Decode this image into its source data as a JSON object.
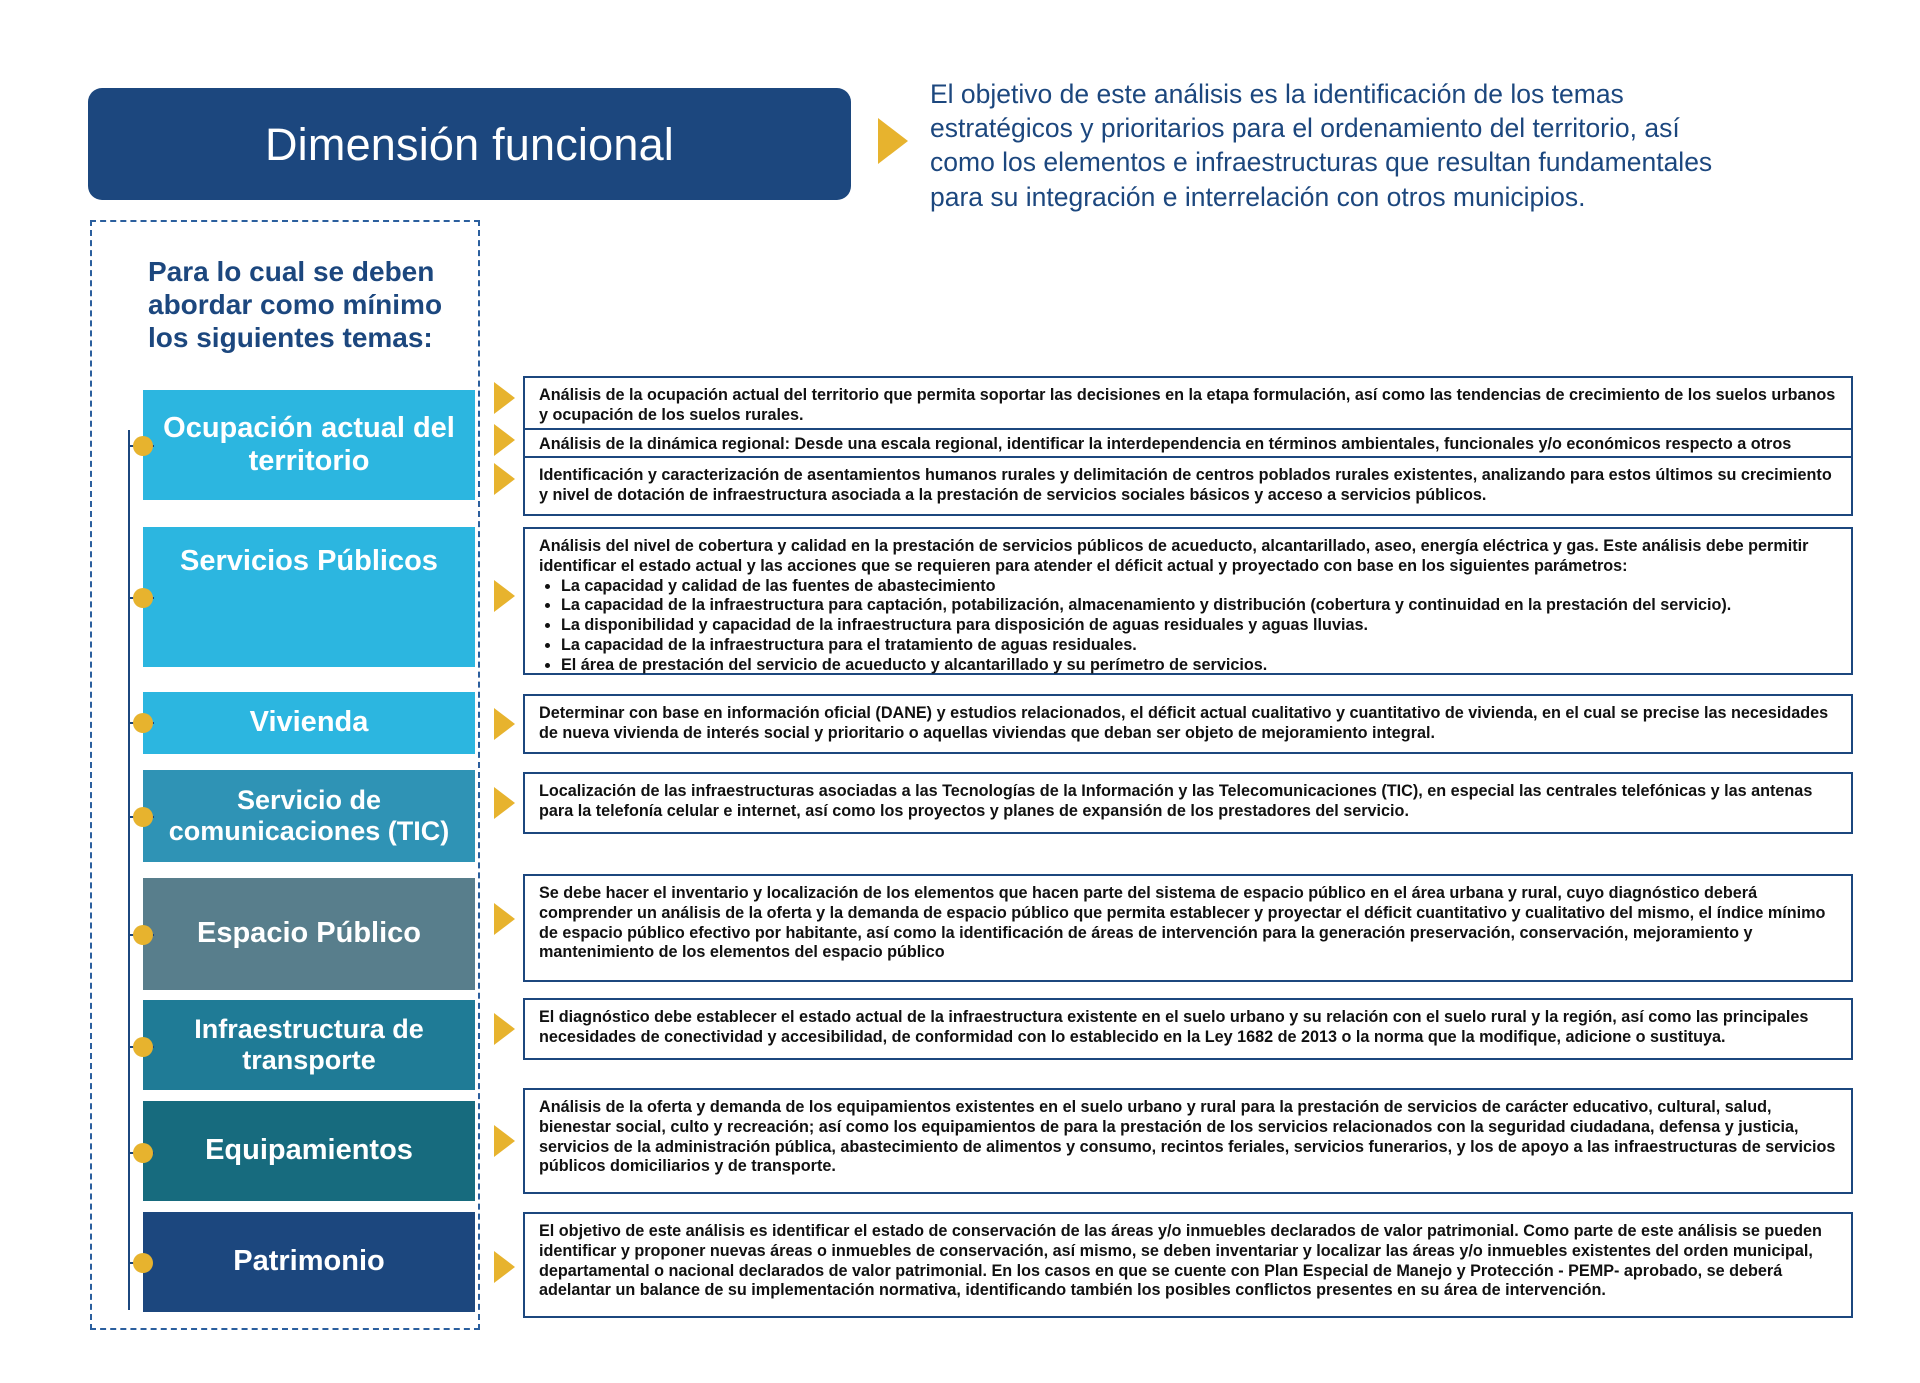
{
  "header": {
    "title": "Dimensión funcional",
    "intro": "El objetivo de este análisis es la identificación de los temas estratégicos y prioritarios para el ordenamiento del territorio, así como los elementos e infraestructuras que resultan fundamentales para su integración e interrelación con otros municipios."
  },
  "sidebar": {
    "lead": "Para lo cual se deben abordar como mínimo los siguientes temas:",
    "items": [
      {
        "label": "Ocupación actual del territorio",
        "color": "#2cb6e0"
      },
      {
        "label": "Servicios Públicos",
        "color": "#2cb6e0"
      },
      {
        "label": "Vivienda",
        "color": "#2cb6e0"
      },
      {
        "label": "Servicio de comunicaciones (TIC)",
        "color": "#2f93b5"
      },
      {
        "label": "Espacio Público",
        "color": "#587e8c"
      },
      {
        "label": "Infraestructura de transporte",
        "color": "#1f7b96"
      },
      {
        "label": "Equipamientos",
        "color": "#176b7e"
      },
      {
        "label": "Patrimonio",
        "color": "#1c477e"
      }
    ]
  },
  "descriptions": [
    {
      "id": "ocupacion-1",
      "text": "Análisis de la ocupación actual del territorio que permita soportar las decisiones en la etapa formulación, así como las tendencias de crecimiento de los suelos urbanos y ocupación de los suelos rurales."
    },
    {
      "id": "ocupacion-2",
      "text": "Análisis de la dinámica regional: Desde una escala regional, identificar la interdependencia en términos ambientales, funcionales y/o económicos respecto a otros"
    },
    {
      "id": "ocupacion-3",
      "text": "Identificación y caracterización de asentamientos humanos rurales y delimitación de centros poblados rurales existentes, analizando para estos últimos su crecimiento y nivel de dotación de infraestructura asociada a la prestación de servicios sociales básicos y acceso a servicios públicos."
    },
    {
      "id": "servicios-publicos",
      "text": "Análisis del nivel de cobertura y calidad en la prestación de servicios públicos de acueducto, alcantarillado, aseo, energía eléctrica y gas. Este análisis debe permitir identificar el estado actual y las acciones que se requieren para atender el déficit actual y proyectado con base en los siguientes parámetros:",
      "bullets": [
        "La capacidad y calidad de las fuentes de abastecimiento",
        "La capacidad de la infraestructura para captación, potabilización, almacenamiento y distribución (cobertura y continuidad en la prestación del servicio).",
        "La disponibilidad y capacidad de la infraestructura para disposición de aguas residuales y aguas lluvias.",
        "La capacidad de la infraestructura para el tratamiento de aguas residuales.",
        "El área de prestación del servicio de acueducto y alcantarillado y su perímetro de servicios."
      ]
    },
    {
      "id": "vivienda",
      "text": "Determinar con base en información oficial (DANE) y estudios relacionados, el déficit actual cualitativo y cuantitativo de vivienda, en el cual se precise las necesidades de nueva vivienda de interés social y prioritario o aquellas viviendas que deban ser objeto de mejoramiento integral."
    },
    {
      "id": "tic",
      "text": "Localización de las infraestructuras asociadas a las Tecnologías de la Información y las Telecomunicaciones (TIC), en especial las centrales telefónicas y las antenas para la telefonía celular e internet, así como los proyectos y planes de expansión de los prestadores del servicio."
    },
    {
      "id": "espacio-publico",
      "text": "Se debe hacer el inventario y localización de los elementos que hacen parte del sistema de espacio público en el área urbana y rural, cuyo diagnóstico deberá comprender un análisis de la oferta y la demanda de espacio público que permita establecer y proyectar el déficit cuantitativo y cualitativo del mismo, el índice mínimo de espacio público efectivo por habitante, así como la identificación de áreas de intervención para la generación preservación, conservación, mejoramiento y mantenimiento de los elementos del espacio público"
    },
    {
      "id": "infraestructura-transporte",
      "text": "El diagnóstico debe establecer el estado actual de la infraestructura existente en el suelo urbano y su relación con el suelo rural y la región, así como las principales necesidades de conectividad y accesibilidad, de conformidad con lo establecido en la Ley 1682 de 2013 o la norma que la modifique, adicione o sustituya."
    },
    {
      "id": "equipamientos",
      "text": "Análisis de la oferta y demanda de los equipamientos existentes en el suelo urbano y rural para la prestación de servicios de carácter educativo, cultural, salud, bienestar social, culto y recreación; así como los equipamientos de para la prestación de los servicios relacionados con la seguridad ciudadana, defensa y justicia, servicios de la administración pública, abastecimiento de alimentos y consumo, recintos feriales, servicios funerarios, y los de apoyo a las infraestructuras de servicios públicos domiciliarios y de transporte."
    },
    {
      "id": "patrimonio",
      "text": "El objetivo de este análisis es identificar el estado de conservación de las áreas y/o inmuebles declarados de valor patrimonial. Como parte de este análisis se pueden identificar y proponer nuevas áreas o inmuebles de conservación, así mismo, se deben inventariar y localizar las áreas y/o inmuebles existentes del orden municipal, departamental o nacional declarados de valor patrimonial. En los casos en que se cuente con Plan Especial de Manejo y Protección - PEMP- aprobado, se deberá adelantar un balance de su implementación normativa, identificando también los posibles conflictos presentes en su área de intervención."
    }
  ],
  "colors": {
    "navy": "#1c477e",
    "gold": "#e7b32e",
    "cyan": "#2cb6e0"
  }
}
